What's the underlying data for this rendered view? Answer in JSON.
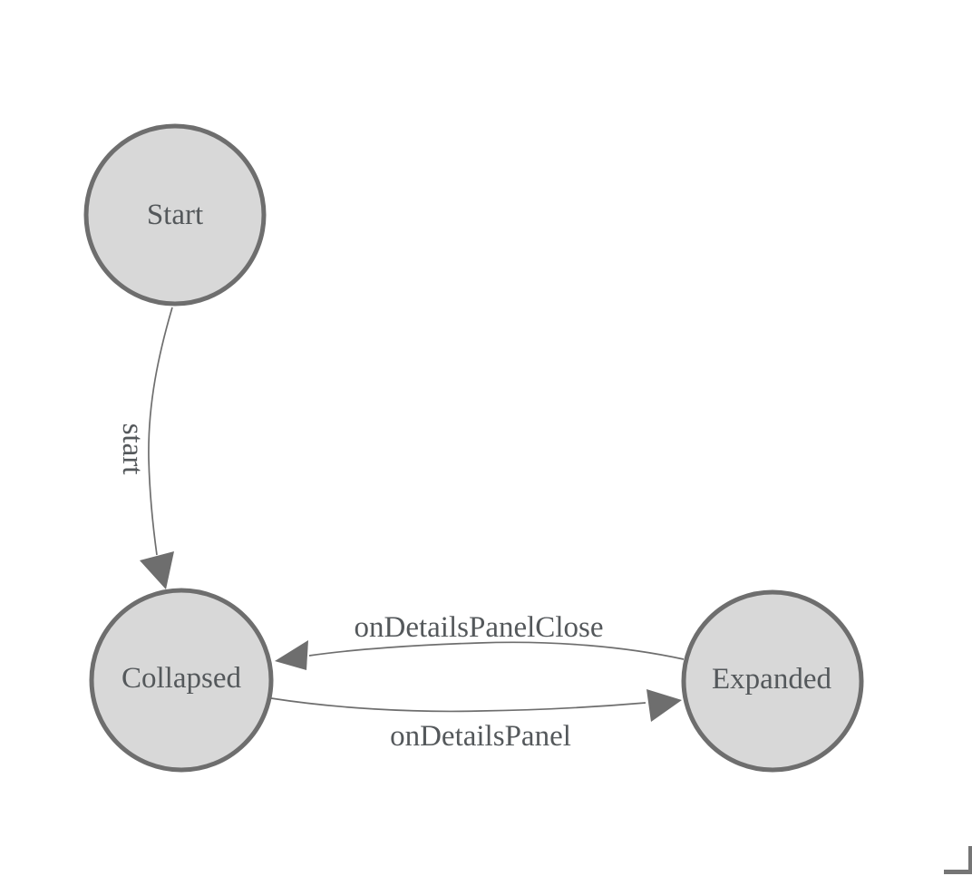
{
  "diagram": {
    "kind": "state-machine",
    "colors": {
      "background": "#ffffff",
      "node_fill": "#d8d8d8",
      "node_stroke": "#6e6e6e",
      "edge_stroke": "#6e6e6e",
      "label_text": "#54585b",
      "corner_mark": "#757575"
    },
    "nodes": [
      {
        "id": "start",
        "label": "Start"
      },
      {
        "id": "collapsed",
        "label": "Collapsed"
      },
      {
        "id": "expanded",
        "label": "Expanded"
      }
    ],
    "edges": [
      {
        "from": "start",
        "to": "collapsed",
        "label": "start",
        "label_orientation": "vertical"
      },
      {
        "from": "expanded",
        "to": "collapsed",
        "label": "onDetailsPanelClose",
        "label_orientation": "horizontal"
      },
      {
        "from": "collapsed",
        "to": "expanded",
        "label": "onDetailsPanel",
        "label_orientation": "horizontal"
      }
    ]
  }
}
